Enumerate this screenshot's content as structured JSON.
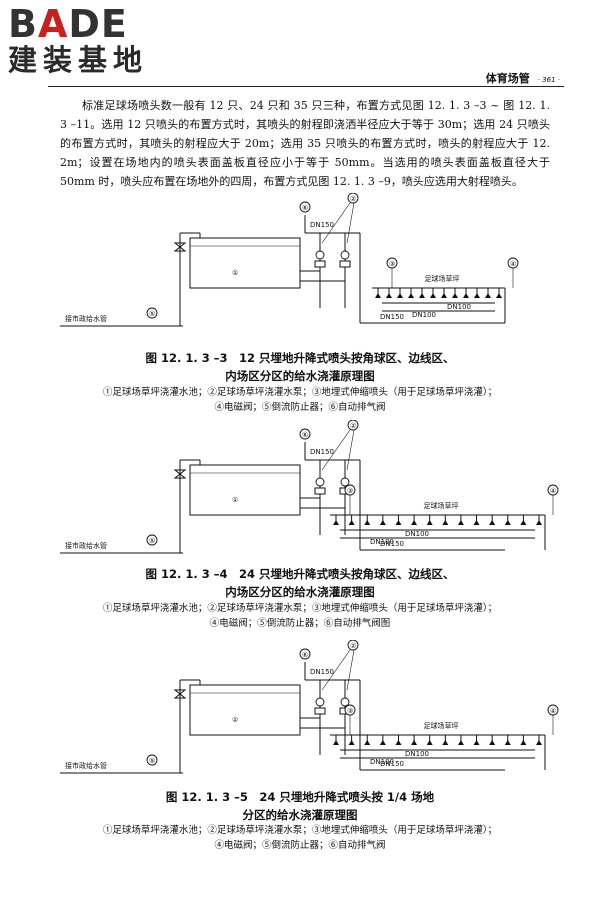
{
  "logo": {
    "brand": "BADE",
    "tagline": "建装基地"
  },
  "header": {
    "section": "体育场管",
    "page": "· 361 ·"
  },
  "paragraph": "标准足球场喷头数一般有 12 只、24 只和 35 只三种，布置方式见图 12. 1. 3 –3 ~ 图 12. 1. 3 –11。选用 12 只喷头的布置方式时，其喷头的射程即浇洒半径应大于等于 30m；选用 24 只喷头的布置方式时，其喷头的射程应大于 20m；选用 35 只喷头的布置方式时，喷头的射程应大于 12. 2m；设置在场地内的喷头表面盖板直径应小于等于 50mm。当选用的喷头表面盖板直径大于 50mm 时，喷头应布置在场地外的四周，布置方式见图 12. 1. 3 –9，喷头应选用大射程喷头。",
  "figures": [
    {
      "caption_line1": "图 12. 1. 3 –3　12 只埋地升降式喷头按角球区、边线区、",
      "caption_line2": "内场区分区的给水浇灌原理图",
      "legend_line1": "①足球场草坪浇灌水池；②足球场草坪浇灌水泵；③地埋式伸缩喷头（用于足球场草坪浇灌）；",
      "legend_line2": "④电磁阀；⑤倒流防止器；⑥自动排气阀",
      "labels": {
        "inlet": "接市政给水管",
        "field": "足球场草坪",
        "dn150_top": "DN150",
        "dn150_bottom": "DN150",
        "dn100_a": "DN100",
        "dn100_b": "DN100"
      }
    },
    {
      "caption_line1": "图 12. 1. 3 –4　24 只埋地升降式喷头按角球区、边线区、",
      "caption_line2": "内场区分区的给水浇灌原理图",
      "legend_line1": "①足球场草坪浇灌水池；②足球场草坪浇灌水泵；③地埋式伸缩喷头（用于足球场草坪浇灌）；",
      "legend_line2": "④电磁阀；⑤倒流防止器；⑥自动排气阀图",
      "labels": {
        "inlet": "接市政给水管",
        "field": "足球场草坪",
        "dn150_top": "DN150",
        "dn150_bottom": "DN150",
        "dn100_a": "DN100",
        "dn100_b": "DN100"
      }
    },
    {
      "caption_line1": "图 12. 1. 3 –5　24 只埋地升降式喷头按 1/4 场地",
      "caption_line2": "分区的给水浇灌原理图",
      "legend_line1": "①足球场草坪浇灌水池；②足球场草坪浇灌水泵；③地埋式伸缩喷头（用于足球场草坪浇灌）；",
      "legend_line2": "④电磁阀；⑤倒流防止器；⑥自动排气阀",
      "labels": {
        "inlet": "接市政给水管",
        "field": "足球场草坪",
        "dn150_top": "DN150",
        "dn150_bottom": "DN150",
        "dn100_a": "DN100",
        "dn100_b": "DN100"
      }
    }
  ],
  "markers": {
    "m1": "①",
    "m2": "②",
    "m3": "③",
    "m4": "④",
    "m5": "⑤",
    "m6": "⑥"
  }
}
